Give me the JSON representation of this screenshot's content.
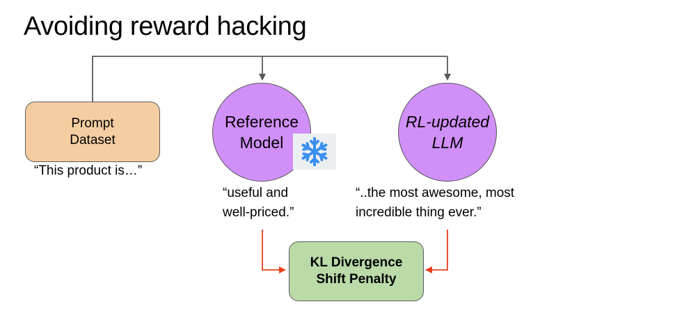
{
  "slide": {
    "title": "Avoiding reward hacking"
  },
  "nodes": {
    "prompt_dataset": {
      "line1": "Prompt",
      "line2": "Dataset"
    },
    "reference_model": {
      "line1": "Reference",
      "line2": "Model",
      "badge_icon": "snowflake-icon"
    },
    "rl_updated_llm": {
      "line1": "RL-updated",
      "line2": "LLM"
    },
    "kl_penalty": {
      "line1": "KL Divergence",
      "line2": "Shift Penalty"
    }
  },
  "captions": {
    "prompt": "“This product  is…”",
    "reference_line1": "“useful and",
    "reference_line2": "well-priced.”",
    "rl_line1": "“..the most awesome, most",
    "rl_line2": "incredible thing ever.”"
  },
  "colors": {
    "prompt_fill": "#f4cda0",
    "model_fill": "#d18ff8",
    "kl_fill": "#badaa8",
    "arrow_gray": "#595959",
    "arrow_red": "#e8401c",
    "snowflake": "#3a8ef0"
  }
}
